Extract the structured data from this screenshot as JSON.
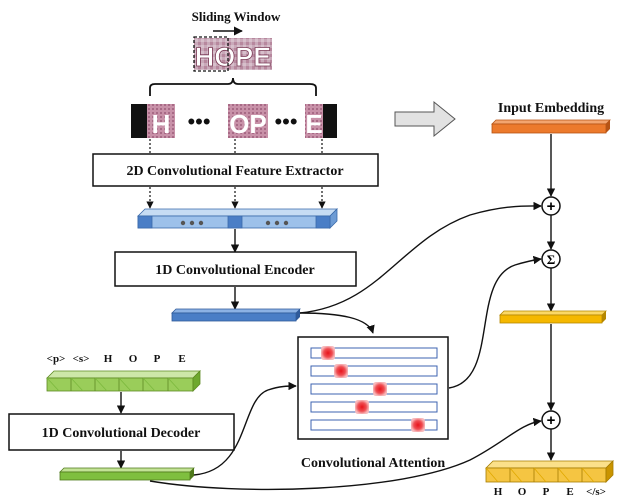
{
  "sliding_window": {
    "label": "Sliding Window",
    "word": "HOPE"
  },
  "crops": {
    "letters": [
      "H",
      "OP",
      "E"
    ],
    "ellipsis": "•••"
  },
  "feature_extractor": {
    "label": "2D Convolutional Feature Extractor"
  },
  "encoder": {
    "label": "1D Convolutional Encoder"
  },
  "decoder": {
    "label": "1D Convolutional Decoder",
    "input_tokens": [
      "<p>",
      "<s>",
      "H",
      "O",
      "P",
      "E"
    ]
  },
  "attention": {
    "label": "Convolutional Attention",
    "row_count": 5
  },
  "input_embedding": {
    "label": "Input Embedding"
  },
  "operators": {
    "add": "+",
    "sum": "Σ"
  },
  "output_tokens": [
    "H",
    "O",
    "P",
    "E",
    "</s>"
  ],
  "colors": {
    "orange": "#ec7a2c",
    "blue": "#4a7ec6",
    "light_blue": "#9dc1ea",
    "green": "#9acd5a",
    "yellow": "#f5b800",
    "gold": "#f5c542",
    "red": "#e8141c",
    "attention_blue": "#3c63b0",
    "arrow_gray": "#c8c8c8"
  }
}
